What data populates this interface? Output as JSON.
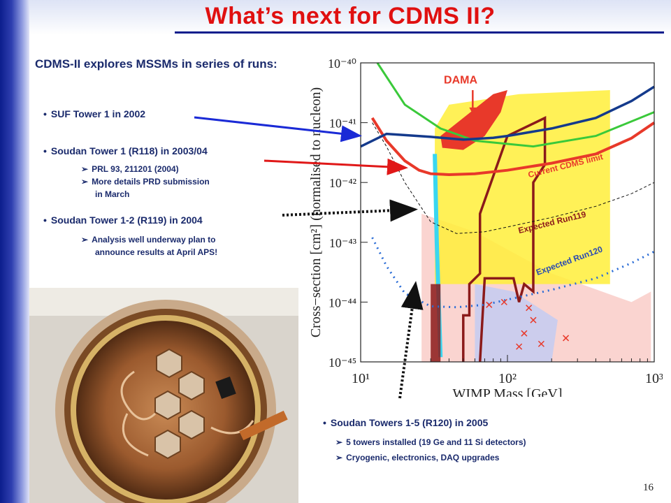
{
  "slide": {
    "title": "What’s next for CDMS II?",
    "page_number": "16",
    "intro": "CDMS-II explores MSSMs in series of runs:",
    "runs": [
      {
        "label": "SUF Tower 1 in 2002",
        "details": []
      },
      {
        "label": "Soudan Tower 1 (R118) in 2003/04",
        "details": [
          "PRL 93, 211201 (2004)",
          "More details  PRD submission",
          "in March"
        ]
      },
      {
        "label": "Soudan Tower 1-2 (R119) in 2004",
        "details": [
          "Analysis well underway plan to",
          "announce results at April APS!"
        ]
      }
    ],
    "bottom": {
      "label": "Soudan Towers 1-5 (R120) in 2005",
      "details": [
        "5 towers installed (19 Ge and 11 Si detectors)",
        "Cryogenic, electronics, DAQ upgrades"
      ]
    }
  },
  "chart_data": {
    "type": "line",
    "xlabel": "WIMP Mass [GeV]",
    "ylabel": "Cross−section [cm²] (normalised to nucleon)",
    "x_scale": "log",
    "y_scale": "log",
    "xlim": [
      10,
      1000
    ],
    "ylim": [
      1e-45,
      1e-40
    ],
    "x_ticks": [
      "10¹",
      "10²",
      "10³"
    ],
    "y_ticks": [
      "10⁻⁴⁰",
      "10⁻⁴¹",
      "10⁻⁴²",
      "10⁻⁴³",
      "10⁻⁴⁴",
      "10⁻⁴⁵"
    ],
    "annotations": [
      "DAMA",
      "Current CDMS limit",
      "Expected Run119",
      "Expected Run120"
    ],
    "series": [
      {
        "name": "Current CDMS limit",
        "color": "#e8392a",
        "x": [
          12,
          15,
          20,
          25,
          30,
          40,
          60,
          100,
          200,
          400,
          700,
          1000
        ],
        "y": [
          1.2e-41,
          5e-42,
          2.3e-42,
          1.6e-42,
          1.4e-42,
          1.35e-42,
          1.4e-42,
          1.6e-42,
          2.1e-42,
          3e-42,
          5.5e-42,
          1e-41
        ]
      },
      {
        "name": "Expected Run119",
        "x": [
          12,
          15,
          20,
          30,
          45,
          70,
          100,
          200,
          400,
          700,
          1000
        ],
        "y": [
          1e-41,
          4e-42,
          1e-42,
          2.2e-43,
          1.4e-43,
          1.5e-43,
          1.8e-43,
          2.6e-43,
          4e-43,
          6.5e-43,
          1e-42
        ]
      },
      {
        "name": "Expected Run120",
        "x": [
          12,
          15,
          20,
          30,
          45,
          70,
          100,
          200,
          400,
          700,
          1000
        ],
        "y": [
          1.2e-43,
          4e-44,
          1.4e-44,
          8.5e-45,
          8.2e-45,
          9e-45,
          1.1e-44,
          1.6e-44,
          2.5e-44,
          4.5e-44,
          7e-44
        ]
      },
      {
        "name": "",
        "color": "#143a8c",
        "x": [
          10,
          15,
          20,
          30,
          50,
          80,
          100,
          200,
          400,
          700,
          1000
        ],
        "y": [
          4e-42,
          6.5e-42,
          6.2e-42,
          5.8e-42,
          5.2e-42,
          5.6e-42,
          6e-42,
          8e-42,
          1.2e-41,
          2.3e-41,
          4e-41
        ]
      }
    ],
    "regions": [
      {
        "name": "DAMA",
        "color": "#e8392a",
        "x": [
          35,
          80,
          100,
          90,
          70,
          50,
          36
        ],
        "y": [
          6e-42,
          3e-41,
          3.5e-41,
          1.5e-41,
          6e-42,
          3.5e-42,
          3.8e-42
        ]
      }
    ]
  }
}
